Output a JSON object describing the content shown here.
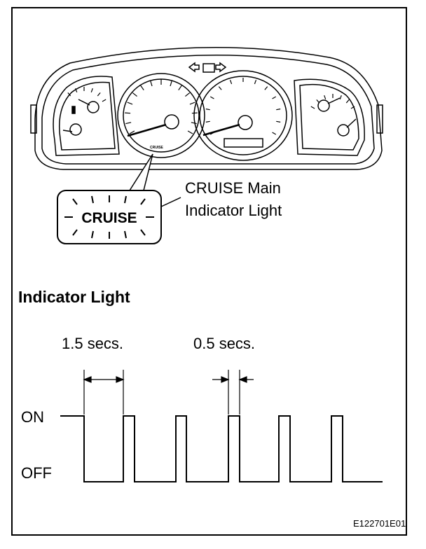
{
  "callout": {
    "line1": "CRUISE Main",
    "line2": "Indicator Light"
  },
  "badge_text": "CRUISE",
  "heading": "Indicator Light",
  "timing": {
    "on_duration": "1.5 secs.",
    "off_duration": "0.5 secs."
  },
  "levels": {
    "on": "ON",
    "off": "OFF"
  },
  "figure_code": "E122701E01",
  "gauge_label": "CRUISE"
}
